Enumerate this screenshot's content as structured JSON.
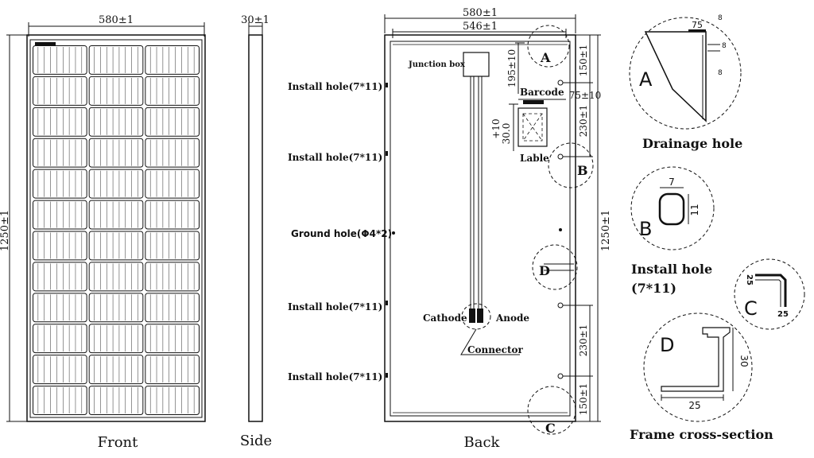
{
  "front": {
    "width_dim": "580±1",
    "height_dim": "1250±1",
    "title": "Front",
    "cell_columns": 3,
    "cell_rows": 12
  },
  "side": {
    "thickness_dim": "30±1",
    "title": "Side"
  },
  "back": {
    "width_dim_outer": "580±1",
    "width_dim_inner": "546±1",
    "height_dim": "1250±1",
    "title": "Back",
    "junction_box": "Junction box",
    "barcode": "Barcode",
    "lable": "Lable",
    "cathode": "Cathode",
    "anode": "Anode",
    "connector": "Connector",
    "dim_195": "195±10",
    "dim_75": "75±10",
    "dim_10": "+10",
    "dim_30": "30.0",
    "dim_150_top": "150±1",
    "dim_230_top": "230±1",
    "dim_230_bottom": "230±1",
    "dim_150_bottom": "150±1",
    "holes": [
      "Install hole(7*11)",
      "Install hole(7*11)",
      "Ground hole(Φ4*2)",
      "Install hole(7*11)",
      "Install hole(7*11)"
    ],
    "markers": {
      "a": "A",
      "b": "B",
      "c": "C",
      "d": "D"
    }
  },
  "details": {
    "a": {
      "letter": "A",
      "caption": "Drainage hole",
      "dim_top": "75",
      "dim_small_1": "8",
      "dim_small_2": "8",
      "dim_small_3": "8"
    },
    "b": {
      "letter": "B",
      "caption_line1": "Install hole",
      "caption_line2": "(7*11)",
      "dim_w": "7",
      "dim_h": "11"
    },
    "c": {
      "letter": "C",
      "dim_1": "25",
      "dim_2": "25"
    },
    "d": {
      "letter": "D",
      "caption": "Frame cross-section",
      "dim_h": "30",
      "dim_w": "25"
    }
  }
}
